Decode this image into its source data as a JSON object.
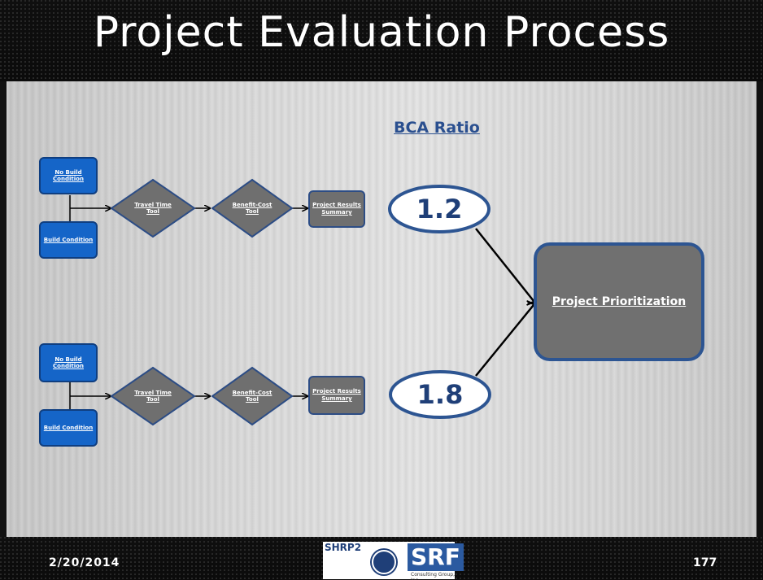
{
  "slide": {
    "title": "Project Evaluation Process",
    "date": "2/20/2014",
    "page_number": "177",
    "logo": {
      "left_text": "SHRP2",
      "right_text": "SRF",
      "right_subtext": "Consulting Group, Inc."
    }
  },
  "diagram": {
    "heading": "BCA Ratio",
    "rows": [
      {
        "no_build": "No Build Condition",
        "build": "Build Condition",
        "travel_time": "Travel Time Tool",
        "benefit_cost": "Benefit-Cost Tool",
        "results": "Project Results Summary",
        "ratio": "1.2"
      },
      {
        "no_build": "No Build Condition",
        "build": "Build Condition",
        "travel_time": "Travel Time Tool",
        "benefit_cost": "Benefit-Cost Tool",
        "results": "Project Results Summary",
        "ratio": "1.8"
      }
    ],
    "final": "Project Prioritization"
  },
  "colors": {
    "blue_box": "#1565c8",
    "gray_shape": "#6f6f6f",
    "outline_blue": "#2d5592",
    "heading_blue": "#2a4f8f"
  }
}
